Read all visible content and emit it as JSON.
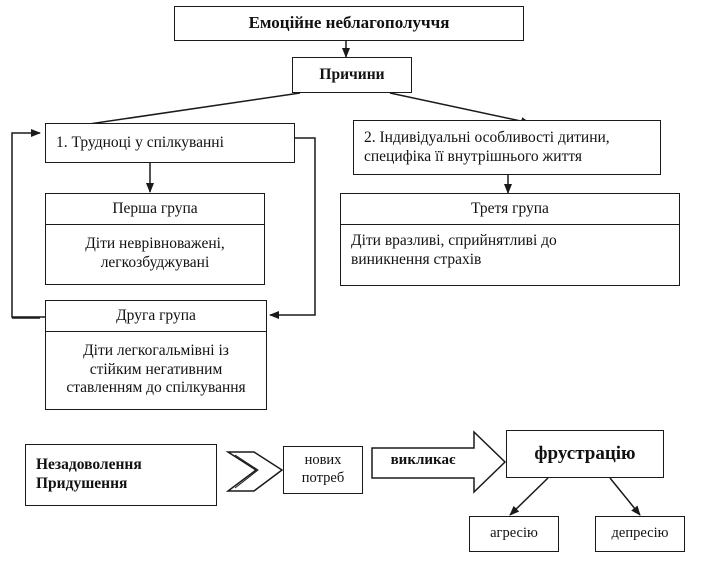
{
  "title": "Емоційне неблагополуччя",
  "causes": "Причини",
  "cause1": "1. Трудноці у спілкуванні",
  "cause2": [
    "2. Індивідуальні особливості дитини,",
    "специфіка її внутрішнього життя"
  ],
  "group1": {
    "header": "Перша група",
    "body": [
      "Діти неврівноважені,",
      "легкозбуджувані"
    ]
  },
  "group2": {
    "header": "Друга група",
    "body": [
      "Діти легкогальмівні із",
      "стійким негативним",
      "ставленням до спілкування"
    ]
  },
  "group3": {
    "header": "Третя група",
    "body": [
      "Діти вразливі, сприйнятливі до",
      "виникнення страхів"
    ]
  },
  "bottom": {
    "left": [
      "Незадоволення",
      "Придушення"
    ],
    "needs": [
      "нових",
      "потреб"
    ],
    "causes_label": "викликає",
    "frustration": "фрустрацію",
    "aggression": "агресію",
    "depression": "депресію"
  }
}
